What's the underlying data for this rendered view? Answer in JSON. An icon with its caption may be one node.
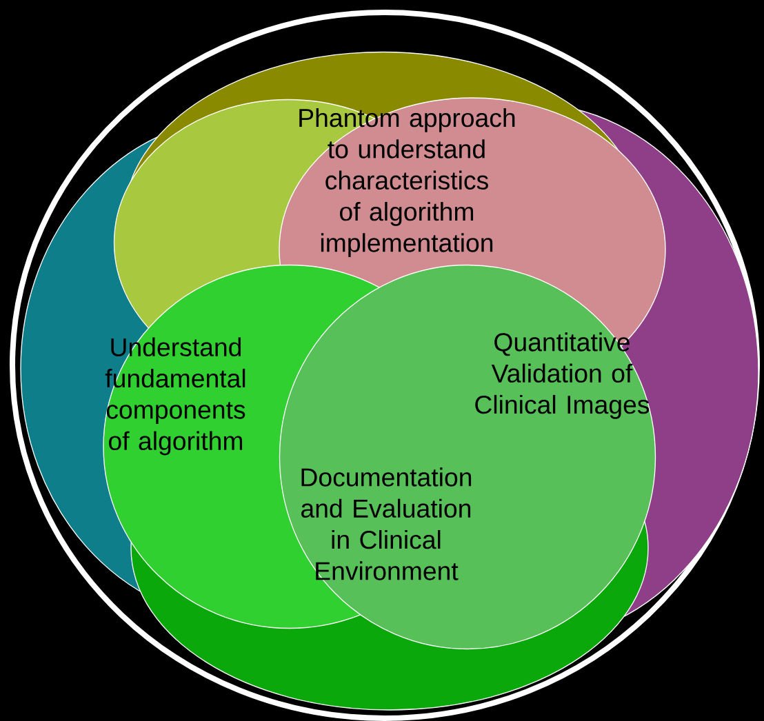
{
  "diagram": {
    "nodes": [
      {
        "text": [
          "Phantom approach to understand characteristics of algorithm implementation"
        ]
      },
      {
        "text": [
          "Understand fundamental components of algorithm"
        ]
      },
      {
        "text": [
          "Quantitative Validation of Clinical Images"
        ]
      },
      {
        "text": [
          "Documentation and Evaluation in Clinical Environment"
        ]
      }
    ]
  }
}
